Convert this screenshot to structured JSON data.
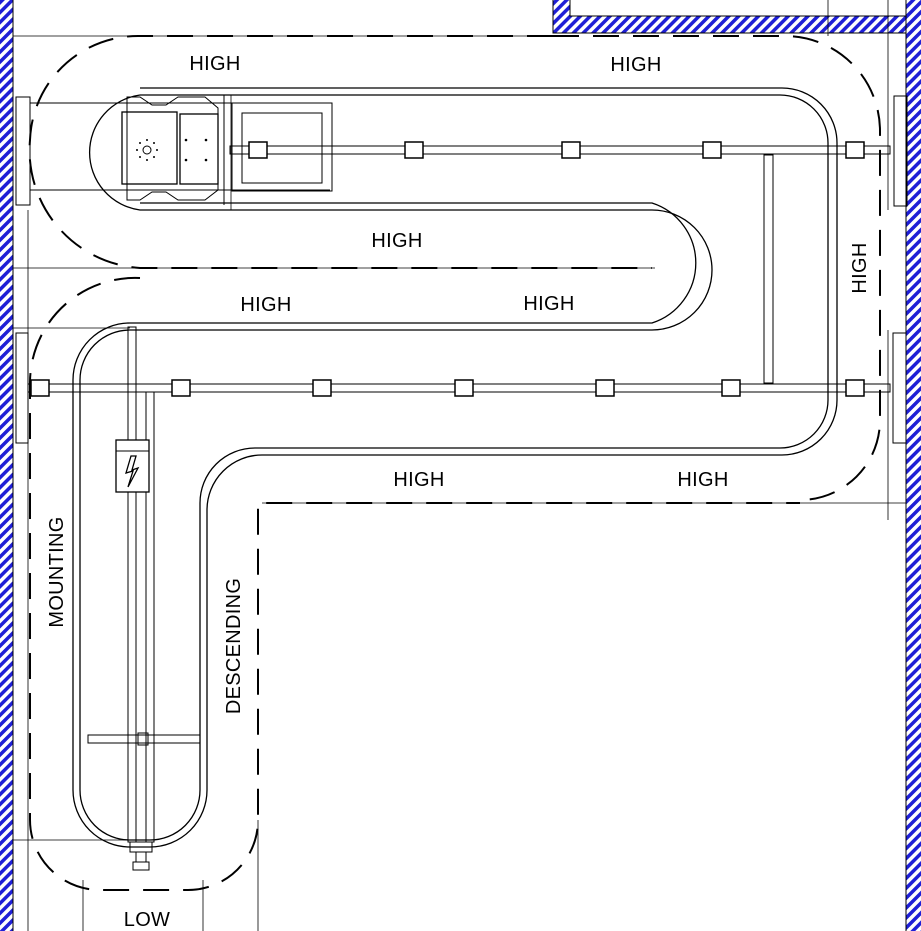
{
  "labels": {
    "high_top_left": "HIGH",
    "high_top_right": "HIGH",
    "high_upper_middle": "HIGH",
    "high_mid_left": "HIGH",
    "high_mid_right": "HIGH",
    "high_right_vertical": "HIGH",
    "high_lower_left": "HIGH",
    "high_lower_right": "HIGH",
    "mounting": "MOUNTING",
    "descending": "DESCENDING",
    "low": "LOW"
  },
  "colors": {
    "wall_hatch": "#1f1fd6",
    "line": "#000000",
    "background": "#ffffff"
  },
  "icons": {
    "drive_unit": "drive-unit-icon",
    "electrical_box": "lightning-bolt-icon"
  }
}
